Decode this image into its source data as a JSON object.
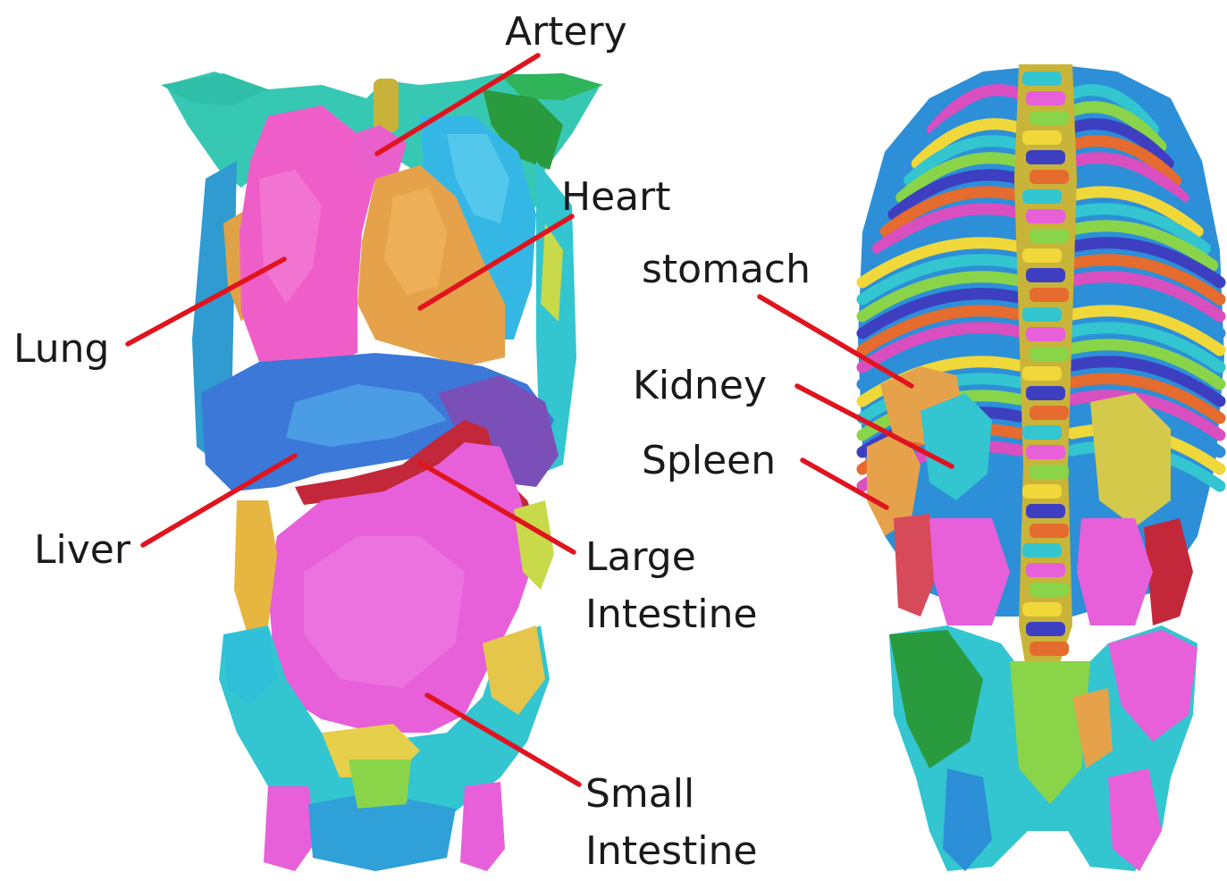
{
  "labels": {
    "artery": "Artery",
    "heart": "Heart",
    "lung": "Lung",
    "liver": "Liver",
    "large_intestine_1": "Large",
    "large_intestine_2": "Intestine",
    "small_intestine_1": "Small",
    "small_intestine_2": "Intestine",
    "stomach": "stomach",
    "kidney": "Kidney",
    "spleen": "Spleen"
  },
  "colors": {
    "leader_line": "#e0141e",
    "label_text": "#1a1a1a",
    "lung": "#ef5ec8",
    "heart": "#e6a24a",
    "liver": "#3b78d8",
    "small_intestine": "#e75fd9",
    "large_intestine": "#c2273a",
    "rib_colors": [
      "#d94fc0",
      "#2c8fd8",
      "#f0d83a",
      "#33c5d0",
      "#8ad44a",
      "#3d3fc0",
      "#e56b2e"
    ]
  }
}
